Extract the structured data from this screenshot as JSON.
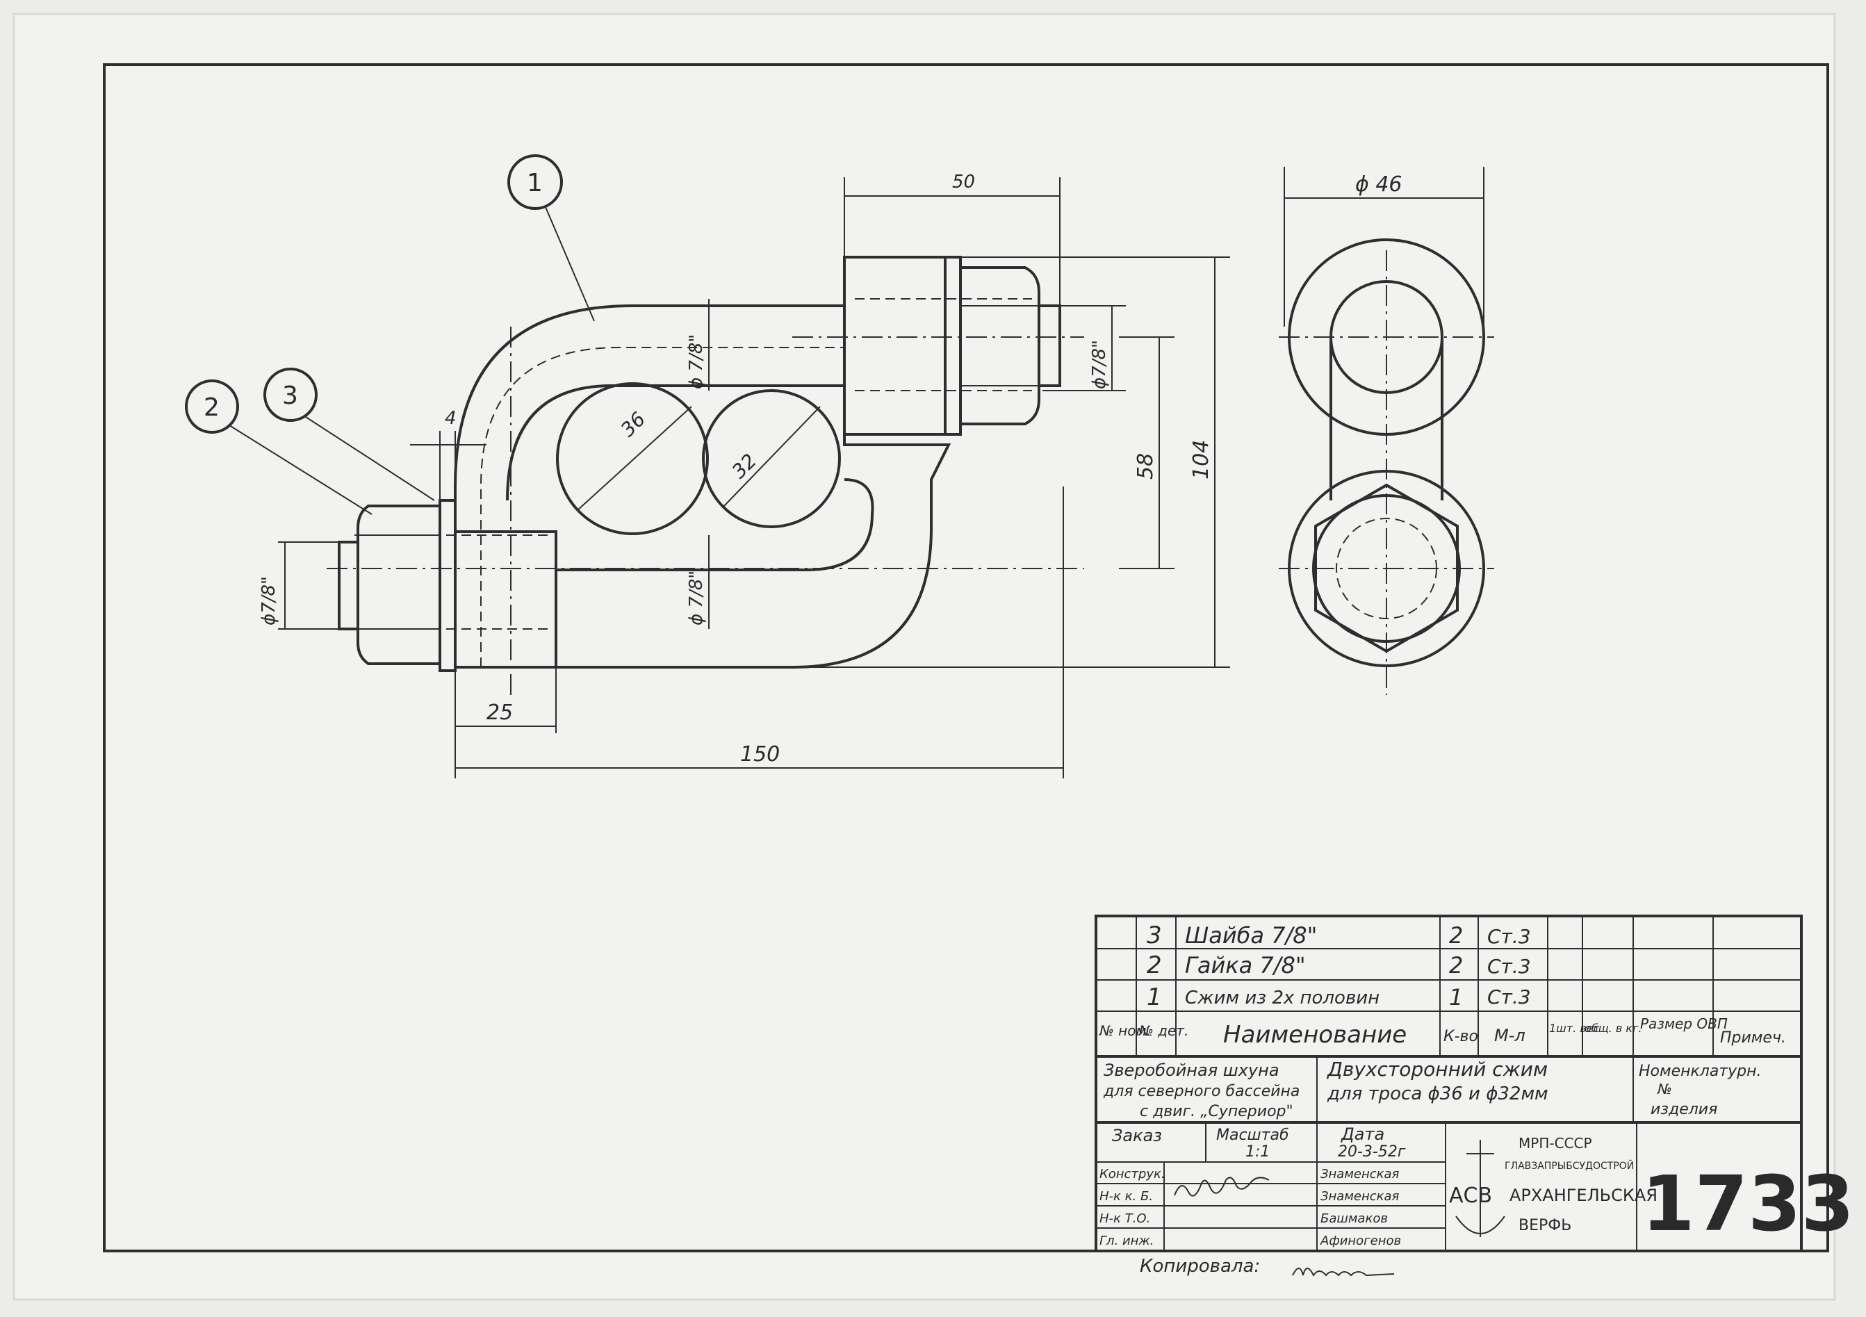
{
  "drawing": {
    "balloons": [
      "1",
      "2",
      "3"
    ],
    "dimensions": {
      "d50": "50",
      "d104": "104",
      "d58": "58",
      "d25": "25",
      "d150": "150",
      "d4": "4",
      "d36": "36",
      "d32": "32",
      "thread_top": "ϕ 7/8\"",
      "thread_bottom": "ϕ 7/8\"",
      "thread_left": "ϕ7/8\"",
      "thread_nut": "ϕ7/8\"",
      "phi46": "ϕ 46"
    }
  },
  "bom": {
    "rows": [
      {
        "pos": "3",
        "name": "Шайба 7/8\"",
        "qty": "2",
        "material": "Ст.3"
      },
      {
        "pos": "2",
        "name": "Гайка 7/8\"",
        "qty": "2",
        "material": "Ст.3"
      },
      {
        "pos": "1",
        "name": "Сжим из 2х половин",
        "qty": "1",
        "material": "Ст.3"
      }
    ],
    "headers": {
      "no_nom": "№ ном.",
      "no_det": "№ дет.",
      "name": "Наименование",
      "qty": "К-во",
      "material": "М-л",
      "weight_one": "1шт. вес",
      "weight_total": "общ. в кг.",
      "size": "Размер ОВП",
      "note": "Примеч."
    }
  },
  "title_block": {
    "project_line1": "Зверобойная шхуна",
    "project_line2": "для северного бассейна",
    "project_line3": "с двиг. „Супериор\"",
    "title_line1": "Двухсторонний сжим",
    "title_line2": "для троса ϕ36 и ϕ32мм",
    "nomenclature_line1": "Номенклатурн.",
    "nomenclature_line2": "№",
    "nomenclature_line3": "изделия",
    "order_label": "Заказ",
    "scale_label": "Масштаб",
    "scale_value": "1:1",
    "date_label": "Дата",
    "date_value": "20-3-52г",
    "roles": [
      "Конструк.",
      "Н-к к. Б.",
      "Н-к Т.О.",
      "Гл. инж."
    ],
    "names": [
      "Знаменская",
      "Знаменская",
      "Башмаков",
      "Афиногенов"
    ],
    "org_line1": "МРП-СССР",
    "org_line2": "ГЛАВЗАПРЫБСУДОСТРОЙ",
    "org_line3": "АРХАНГЕЛЬСКАЯ",
    "org_line4": "ВЕРФЬ",
    "logo_text": "АСВ",
    "drawing_number": "1733"
  },
  "footer": {
    "copied_label": "Копировала:"
  }
}
